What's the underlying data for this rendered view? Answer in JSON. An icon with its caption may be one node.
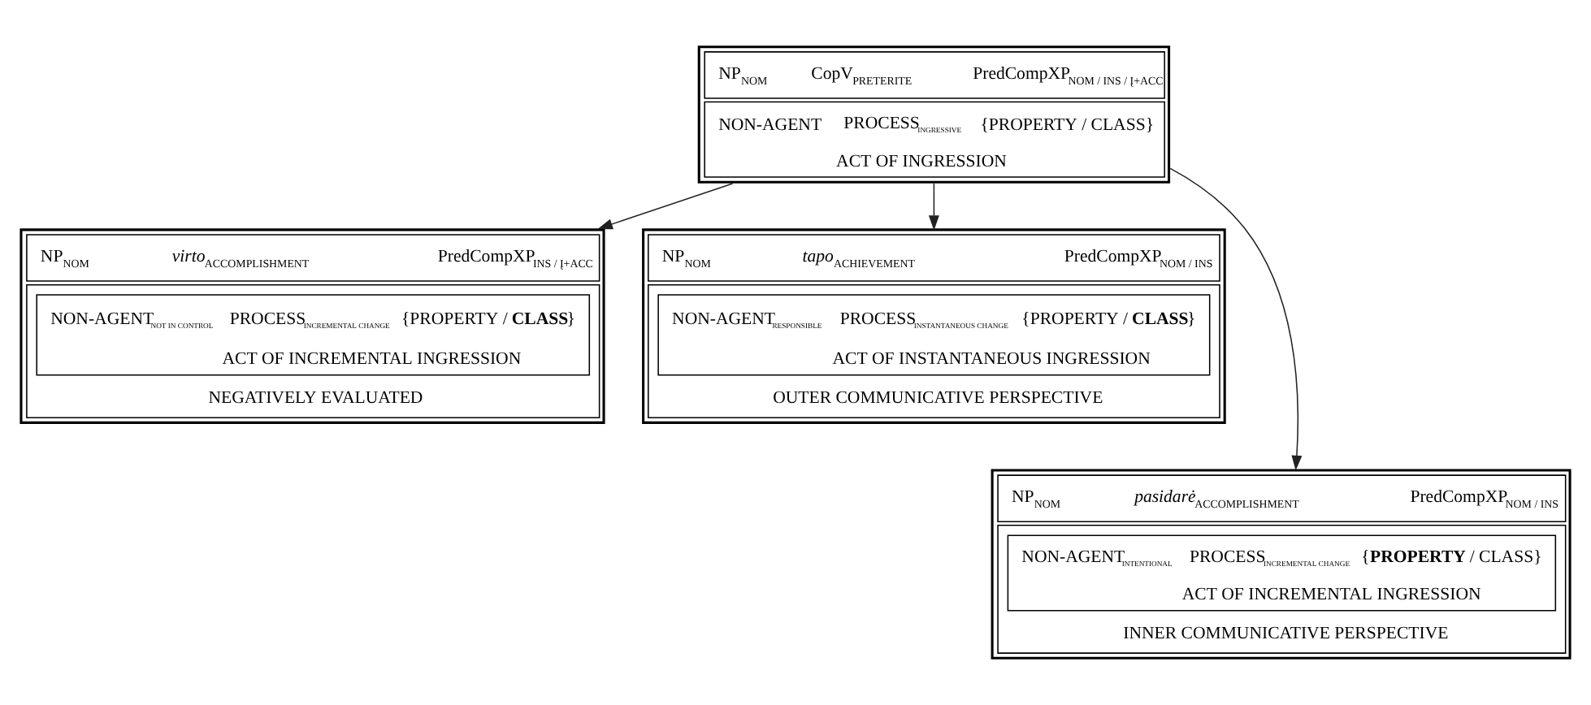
{
  "diagram": {
    "nodes": [
      {
        "text": [
          "NP$_{NOM}$",
          "CopV$_{PRETERITE}$",
          "PredCompXP$_{NOM / INS / Į+ACC}$",
          "NON-AGENT",
          "PROCESS$_{INGRESSIVE}$",
          "{PROPERTY / CLASS}",
          "ACT OF INGRESSION"
        ]
      },
      {
        "text": [
          "NP$_{NOM}$",
          "*virto*$_{ACCOMPLISHMENT}$",
          "PredCompXP$_{INS / Į+ACC}$",
          "NON-AGENT$_{NOT IN CONTROL}$",
          "PROCESS$_{INCREMENTAL CHANGE}$",
          "{PROPERTY / **CLASS**}",
          "ACT OF INCREMENTAL INGRESSION",
          "NEGATIVELY EVALUATED"
        ]
      },
      {
        "text": [
          "NP$_{NOM}$",
          "*tapo*$_{ACHIEVEMENT}$",
          "PredCompXP$_{NOM / INS}$",
          "NON-AGENT$_{RESPONSIBLE}$",
          "PROCESS$_{INSTANTANEOUS CHANGE}$",
          "{PROPERTY / **CLASS**}",
          "ACT OF INSTANTANEOUS INGRESSION",
          "OUTER COMMUNICATIVE PERSPECTIVE"
        ]
      },
      {
        "text": [
          "NP$_{NOM}$",
          "*pasidarė*$_{ACCOMPLISHMENT}$",
          "PredCompXP$_{NOM / INS}$",
          "NON-AGENT$_{INTENTIONAL}$",
          "PROCESS$_{INCREMENTAL CHANGE}$",
          "{**PROPERTY** / CLASS}",
          "ACT OF INCREMENTAL INGRESSION",
          "INNER COMMUNICATIVE PERSPECTIVE"
        ]
      }
    ],
    "edges": [
      {
        "from": 0,
        "to": 1,
        "arrow": "to"
      },
      {
        "from": 0,
        "to": 2,
        "arrow": "to"
      },
      {
        "from": 0,
        "to": 3,
        "arrow": "to"
      }
    ]
  }
}
